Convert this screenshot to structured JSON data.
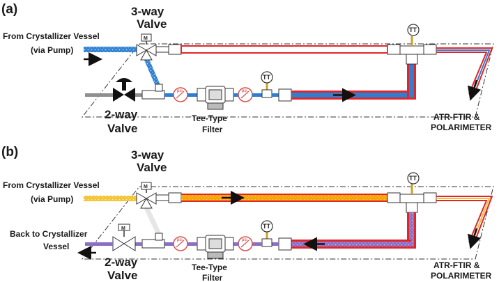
{
  "panel_a": {
    "tag": "(a)",
    "valve3_line1": "3-way",
    "valve3_line2": "Valve",
    "valve2_line1": "2-way",
    "valve2_line2": "Valve",
    "source_line1": "From Crystallizer Vessel",
    "source_line2": "(via Pump)",
    "filter_line1": "Tee-Type",
    "filter_line2": "Filter",
    "instrument_line1": "ATR-FTIR &",
    "instrument_line2": "POLARIMETER",
    "gauge_text": "psi",
    "sensor_text": "TT",
    "actuator_text": "M"
  },
  "panel_b": {
    "tag": "(b)",
    "valve3_line1": "3-way",
    "valve3_line2": "Valve",
    "valve2_line1": "2-way",
    "valve2_line2": "Valve",
    "source_line1": "From Crystallizer Vessel",
    "source_line2": "(via Pump)",
    "return_line1": "Back to Crystallizer",
    "return_line2": "Vessel",
    "filter_line1": "Tee-Type",
    "filter_line2": "Filter",
    "instrument_line1": "ATR-FTIR &",
    "instrument_line2": "POLARIMETER",
    "gauge_text": "psi",
    "sensor_text": "TT",
    "actuator_text": "M"
  },
  "colors": {
    "feed_blue": "#2f7fd0",
    "tube_red": "#e0262a",
    "feed_yellow": "#f2c230",
    "flow_orange": "#f5a300",
    "return_purple": "#8a6fc2",
    "line_gray": "#8f8f8f",
    "gauge_red": "#d9534f",
    "sensor_gold": "#c9a227"
  }
}
